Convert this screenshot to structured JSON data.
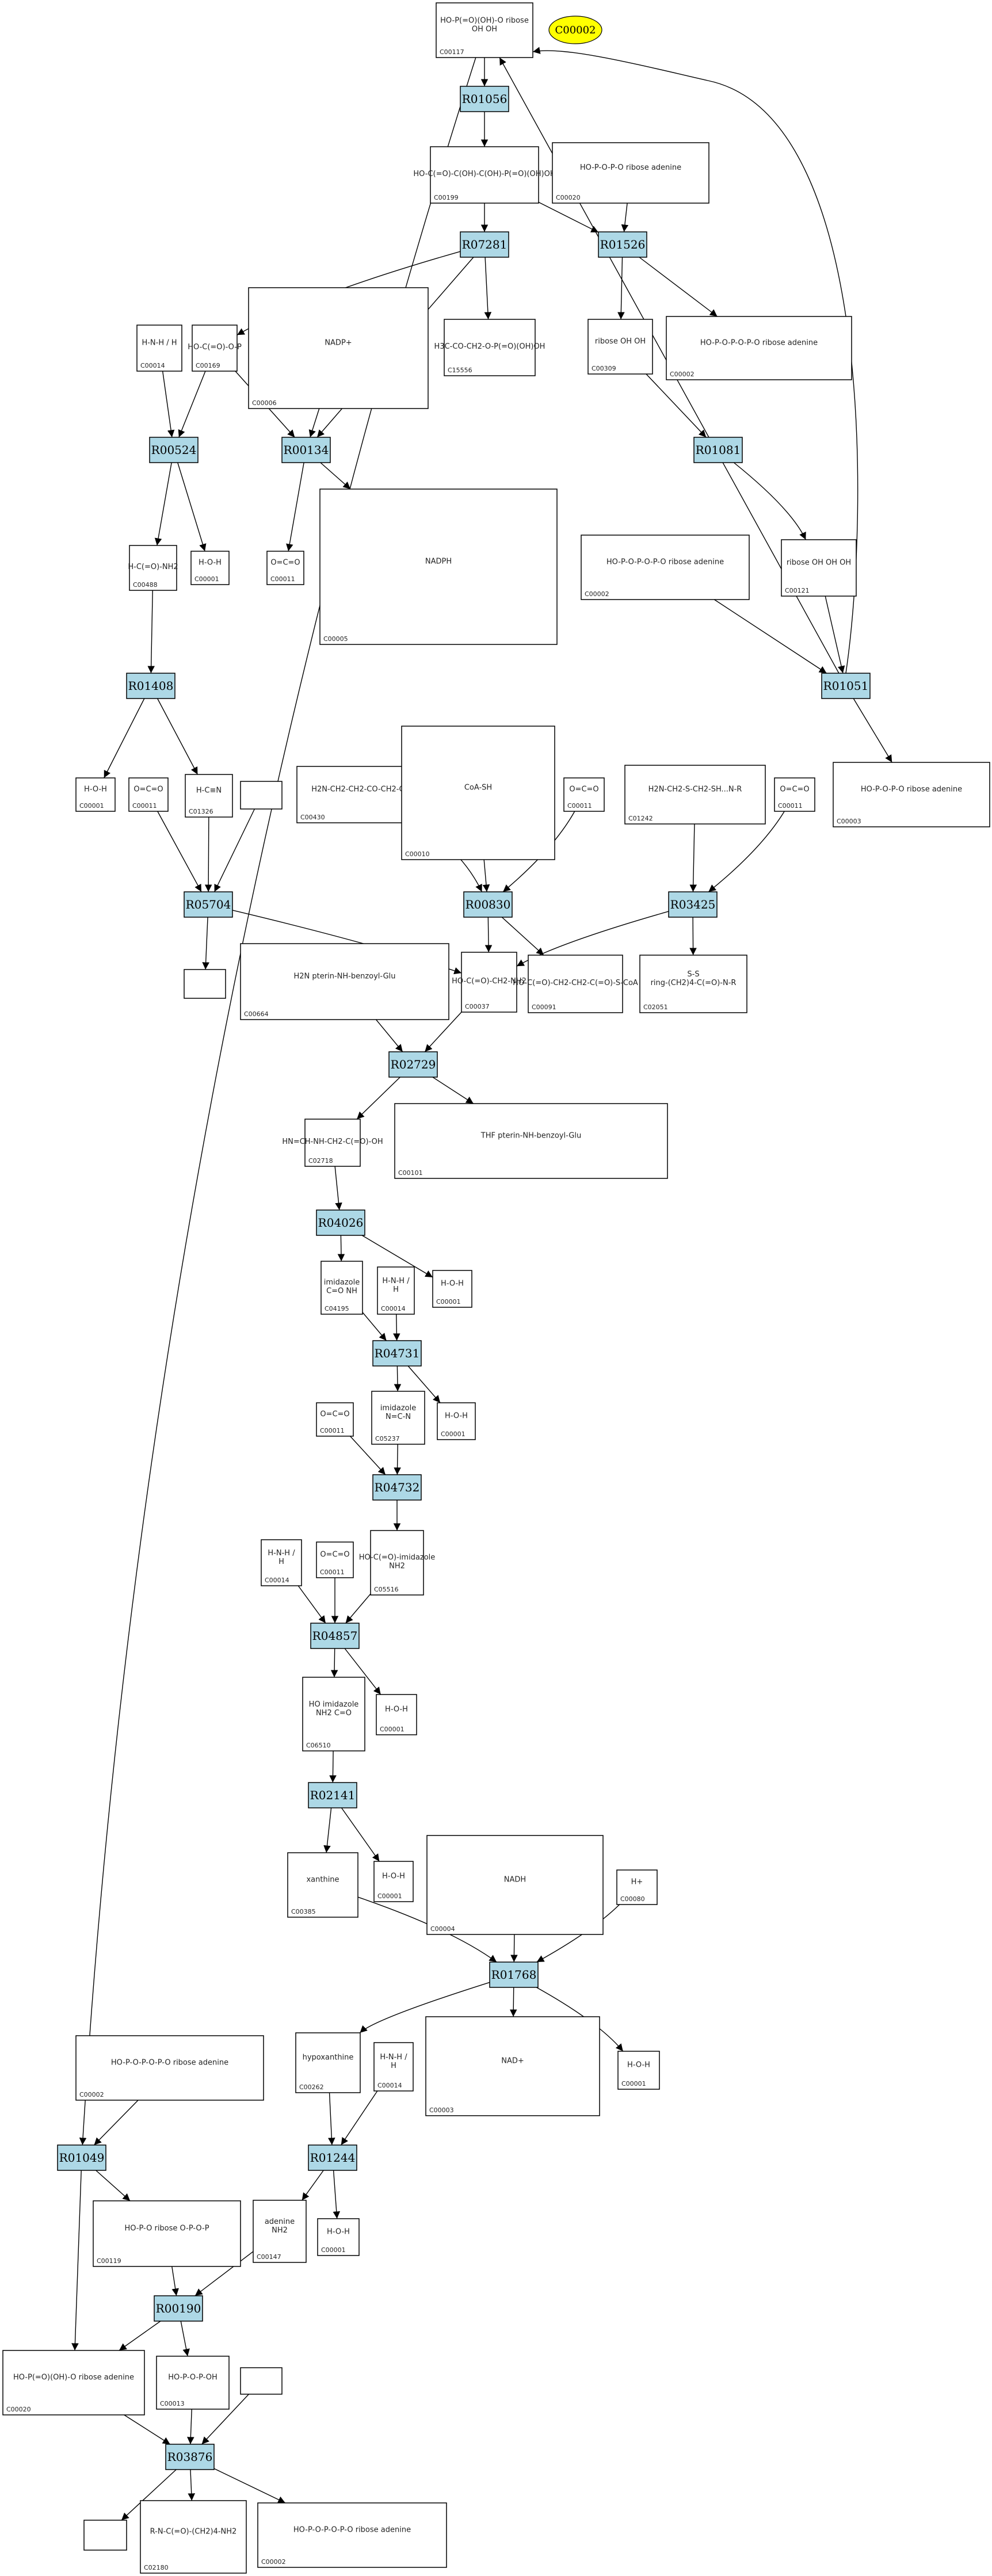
{
  "root": {
    "id": "C00002",
    "color": "#ffff00"
  },
  "colors": {
    "reaction_fill": "#add8e6",
    "line": "#000000"
  },
  "reactions": [
    {
      "id": "R01056"
    },
    {
      "id": "R07281"
    },
    {
      "id": "R01526"
    },
    {
      "id": "R00524"
    },
    {
      "id": "R00134"
    },
    {
      "id": "R01081"
    },
    {
      "id": "R01408"
    },
    {
      "id": "R01051"
    },
    {
      "id": "R05704"
    },
    {
      "id": "R00830"
    },
    {
      "id": "R03425"
    },
    {
      "id": "R02729"
    },
    {
      "id": "R04026"
    },
    {
      "id": "R04731"
    },
    {
      "id": "R04732"
    },
    {
      "id": "R04857"
    },
    {
      "id": "R02141"
    },
    {
      "id": "R01768"
    },
    {
      "id": "R01244"
    },
    {
      "id": "R01049"
    },
    {
      "id": "R00190"
    },
    {
      "id": "R03876"
    }
  ],
  "compounds": [
    {
      "key": "c117",
      "label": "C00117",
      "struct": "HO-P(=O)(OH)-O ribose OH OH"
    },
    {
      "key": "c199",
      "label": "C00199",
      "struct": "HO-C(=O)-C(OH)-C(OH)-P(=O)(OH)OH"
    },
    {
      "key": "c020a",
      "label": "C00020",
      "struct": "HO-P-O-P-O ribose adenine"
    },
    {
      "key": "c15556",
      "label": "C15556",
      "struct": "H3C-CO-CH2-O-P(=O)(OH)OH"
    },
    {
      "key": "c309",
      "label": "C00309",
      "struct": "ribose OH OH"
    },
    {
      "key": "c002a",
      "label": "C00002",
      "struct": "HO-P-O-P-O-P-O ribose adenine"
    },
    {
      "key": "c014a",
      "label": "C00014",
      "struct": "H-N-H / H"
    },
    {
      "key": "c169",
      "label": "C00169",
      "struct": "HO-C(=O)-O-P"
    },
    {
      "key": "c006",
      "label": "C00006",
      "struct": "NADP+"
    },
    {
      "key": "c488",
      "label": "C00488",
      "struct": "H-C(=O)-NH2"
    },
    {
      "key": "c001a",
      "label": "C00001",
      "struct": "H-O-H"
    },
    {
      "key": "c011a",
      "label": "C00011",
      "struct": "O=C=O"
    },
    {
      "key": "c005",
      "label": "C00005",
      "struct": "NADPH"
    },
    {
      "key": "c002b",
      "label": "C00002",
      "struct": "HO-P-O-P-O-P-O ribose adenine"
    },
    {
      "key": "c121",
      "label": "C00121",
      "struct": "ribose OH OH OH"
    },
    {
      "key": "c001b",
      "label": "C00001",
      "struct": "H-O-H"
    },
    {
      "key": "c011b",
      "label": "C00011",
      "struct": "O=C=O"
    },
    {
      "key": "c1326",
      "label": "C01326",
      "struct": "H-C≡N"
    },
    {
      "key": "blank1",
      "label": "",
      "struct": ""
    },
    {
      "key": "c430",
      "label": "C00430",
      "struct": "H2N-CH2-CH2-CO-CH2-COOH"
    },
    {
      "key": "c010",
      "label": "C00010",
      "struct": "CoA-SH"
    },
    {
      "key": "c011c",
      "label": "C00011",
      "struct": "O=C=O"
    },
    {
      "key": "c1242",
      "label": "C01242",
      "struct": "H2N-CH2-S-CH2-SH...N-R"
    },
    {
      "key": "c011d",
      "label": "C00011",
      "struct": "O=C=O"
    },
    {
      "key": "c003a",
      "label": "C00003",
      "struct": "HO-P-O-P-O ribose adenine"
    },
    {
      "key": "blank2",
      "label": "",
      "struct": ""
    },
    {
      "key": "c664",
      "label": "C00664",
      "struct": "H2N pterin-NH-benzoyl-Glu"
    },
    {
      "key": "c037",
      "label": "C00037",
      "struct": "HO-C(=O)-CH2-NH2"
    },
    {
      "key": "c091",
      "label": "C00091",
      "struct": "HO-C(=O)-CH2-CH2-C(=O)-S-CoA"
    },
    {
      "key": "c2051",
      "label": "C02051",
      "struct": "S-S ring-(CH2)4-C(=O)-N-R"
    },
    {
      "key": "c2718",
      "label": "C02718",
      "struct": "HN=CH-NH-CH2-C(=O)-OH"
    },
    {
      "key": "c101",
      "label": "C00101",
      "struct": "THF pterin-NH-benzoyl-Glu"
    },
    {
      "key": "c14195",
      "label": "C04195",
      "struct": "imidazole C=O NH"
    },
    {
      "key": "c014b",
      "label": "C00014",
      "struct": "H-N-H / H"
    },
    {
      "key": "c001c",
      "label": "C00001",
      "struct": "H-O-H"
    },
    {
      "key": "c5237",
      "label": "C05237",
      "struct": "imidazole N=C-N"
    },
    {
      "key": "c011e",
      "label": "C00011",
      "struct": "O=C=O"
    },
    {
      "key": "c001d",
      "label": "C00001",
      "struct": "H-O-H"
    },
    {
      "key": "c014c",
      "label": "C00014",
      "struct": "H-N-H / H"
    },
    {
      "key": "c011f",
      "label": "C00011",
      "struct": "O=C=O"
    },
    {
      "key": "c5516",
      "label": "C05516",
      "struct": "HO-C(=O)-imidazole NH2"
    },
    {
      "key": "c6510",
      "label": "C06510",
      "struct": "HO imidazole NH2 C=O"
    },
    {
      "key": "c001e",
      "label": "C00001",
      "struct": "H-O-H"
    },
    {
      "key": "c385",
      "label": "C00385",
      "struct": "xanthine"
    },
    {
      "key": "c001f",
      "label": "C00001",
      "struct": "H-O-H"
    },
    {
      "key": "c004",
      "label": "C00004",
      "struct": "NADH"
    },
    {
      "key": "c080",
      "label": "C00080",
      "struct": "H+"
    },
    {
      "key": "c262",
      "label": "C00262",
      "struct": "hypoxanthine"
    },
    {
      "key": "c014d",
      "label": "C00014",
      "struct": "H-N-H / H"
    },
    {
      "key": "c003b",
      "label": "C00003",
      "struct": "NAD+"
    },
    {
      "key": "c001g",
      "label": "C00001",
      "struct": "H-O-H"
    },
    {
      "key": "c002c",
      "label": "C00002",
      "struct": "HO-P-O-P-O-P-O ribose adenine"
    },
    {
      "key": "c119",
      "label": "C00119",
      "struct": "HO-P-O ribose O-P-O-P"
    },
    {
      "key": "c147",
      "label": "C00147",
      "struct": "adenine NH2"
    },
    {
      "key": "c001h",
      "label": "C00001",
      "struct": "H-O-H"
    },
    {
      "key": "c020b",
      "label": "C00020",
      "struct": "HO-P(=O)(OH)-O ribose adenine"
    },
    {
      "key": "c013",
      "label": "C00013",
      "struct": "HO-P-O-P-OH"
    },
    {
      "key": "blank3",
      "label": "",
      "struct": ""
    },
    {
      "key": "blank4",
      "label": "",
      "struct": ""
    },
    {
      "key": "c2180",
      "label": "C02180",
      "struct": "R-N-C(=O)-(CH2)4-NH2"
    },
    {
      "key": "c002d",
      "label": "C00002",
      "struct": "HO-P-O-P-O-P-O ribose adenine"
    }
  ]
}
